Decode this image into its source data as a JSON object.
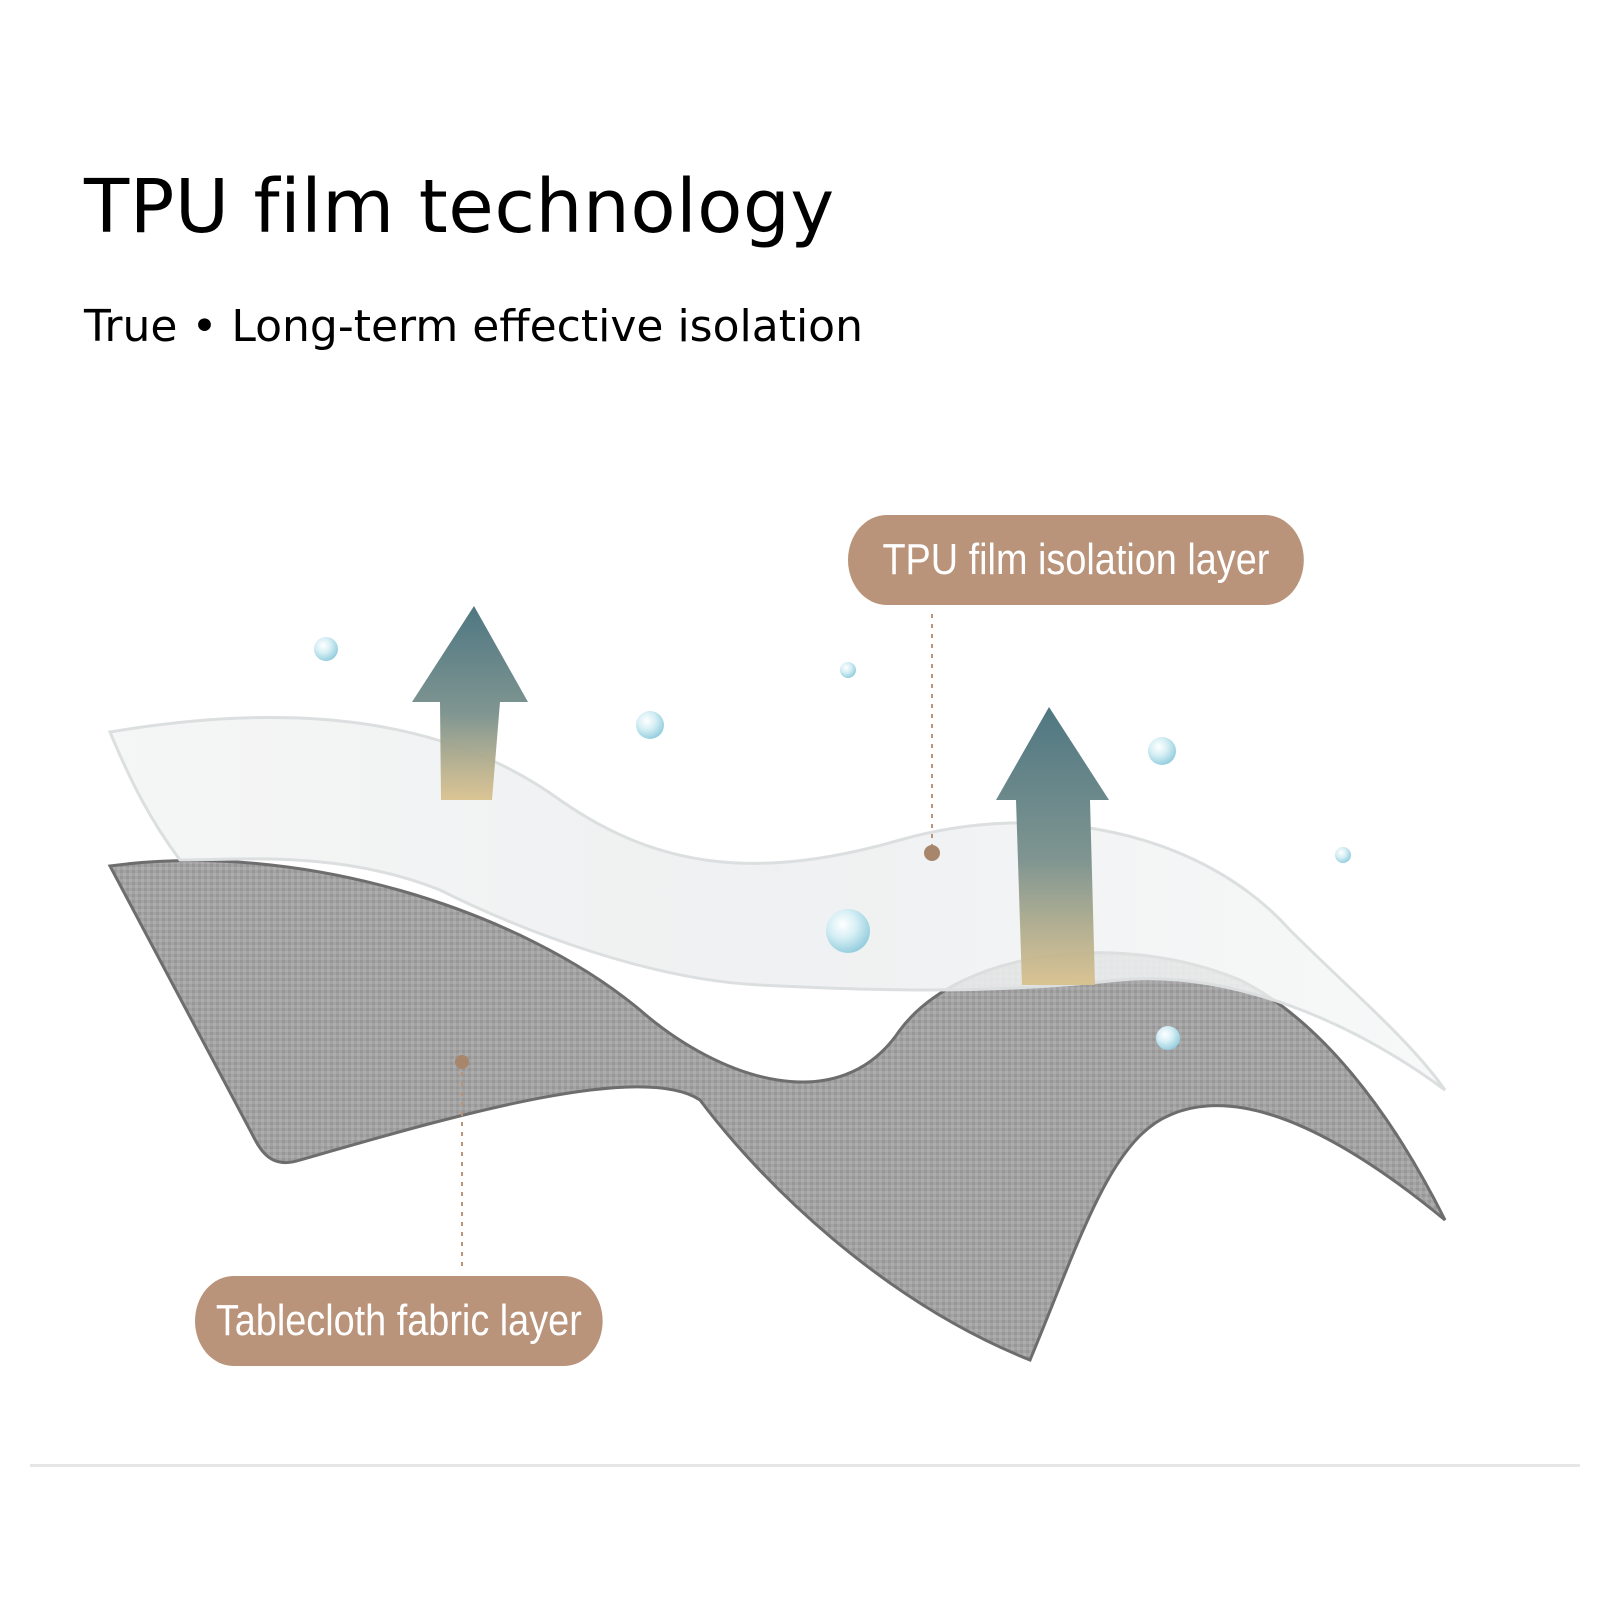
{
  "header": {
    "title": "TPU film technology",
    "subtitle": "True • Long-term effective isolation"
  },
  "labels": {
    "tpu_layer": "TPU film isolation layer",
    "fabric_layer": "Tablecloth fabric layer"
  },
  "colors": {
    "pill": "#b9937a",
    "dot": "#a8866c",
    "fabric": "#9d9d9d",
    "fabric_edge": "#6f6f6f",
    "film": "#eef1f2",
    "arrow_top": "#557b86",
    "arrow_bottom": "#c6b58e",
    "bubble": "#bfe4ee",
    "divider": "#e6e6e6"
  },
  "icons": {
    "arrows": "up-arrow-icon",
    "bubbles": "water-droplet-icon"
  }
}
